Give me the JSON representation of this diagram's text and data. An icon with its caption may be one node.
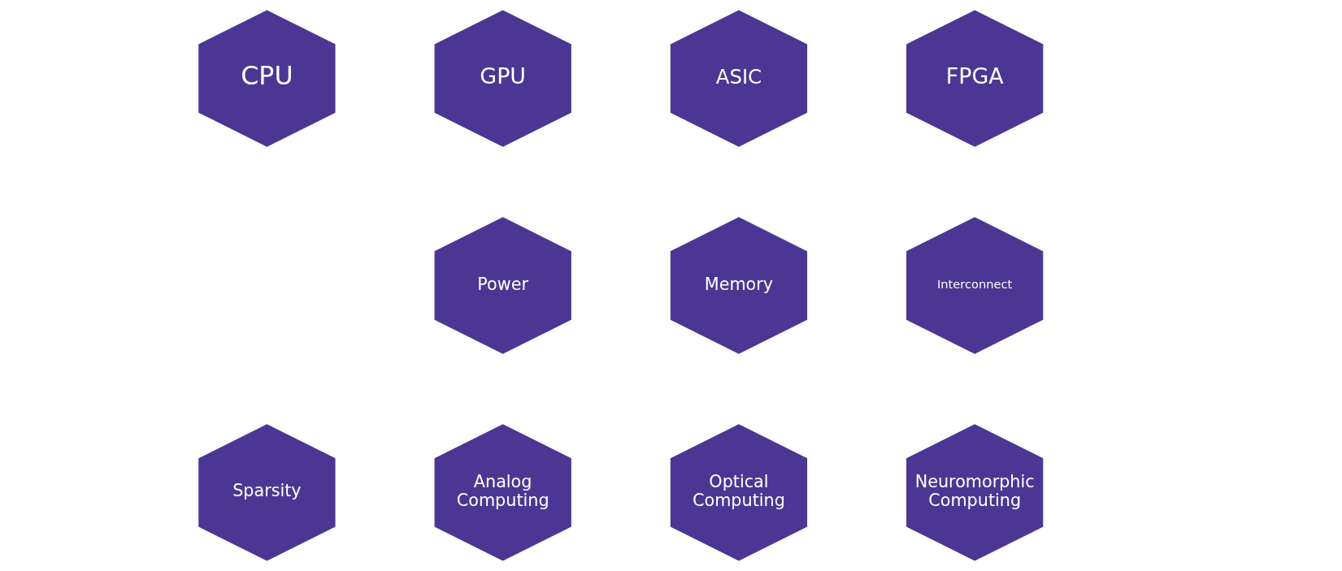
{
  "diagram": {
    "nodes": [
      {
        "text": [
          "CPU"
        ]
      },
      {
        "text": [
          "GPU"
        ]
      },
      {
        "text": [
          "ASIC"
        ]
      },
      {
        "text": [
          "FPGA"
        ]
      },
      {
        "text": [
          "Power"
        ]
      },
      {
        "text": [
          "Memory"
        ]
      },
      {
        "text": [
          "Interconnect"
        ]
      },
      {
        "text": [
          "Sparsity"
        ]
      },
      {
        "text": [
          "Analog Computing"
        ]
      },
      {
        "text": [
          "Optical Computing"
        ]
      },
      {
        "text": [
          "Neuromorphic Computing"
        ]
      }
    ]
  }
}
